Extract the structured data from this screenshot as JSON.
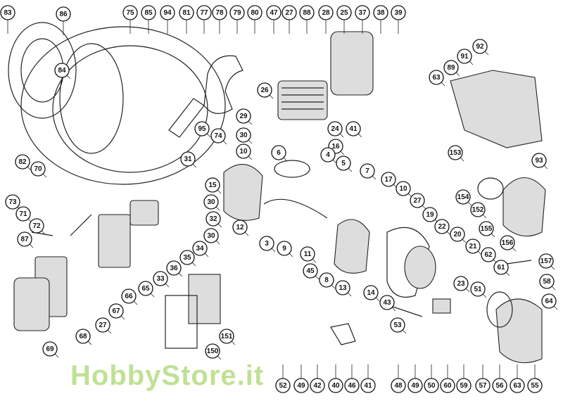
{
  "title": "Blower exploded parts diagram",
  "watermark": "HobbyStore.it",
  "callouts": [
    "83",
    "86",
    "75",
    "85",
    "94",
    "81",
    "77",
    "78",
    "79",
    "80",
    "47",
    "27",
    "88",
    "28",
    "25",
    "37",
    "38",
    "39",
    "84",
    "92",
    "91",
    "89",
    "63",
    "26",
    "29",
    "30",
    "24",
    "41",
    "16",
    "95",
    "74",
    "10",
    "6",
    "4",
    "5",
    "7",
    "31",
    "15",
    "30",
    "32",
    "30",
    "34",
    "17",
    "10",
    "153",
    "93",
    "152",
    "154",
    "155",
    "156",
    "157",
    "73",
    "71",
    "72",
    "87",
    "82",
    "70",
    "12",
    "3",
    "9",
    "11",
    "45",
    "8",
    "13",
    "14",
    "43",
    "27",
    "19",
    "22",
    "20",
    "21",
    "62",
    "61",
    "58",
    "23",
    "51",
    "33",
    "36",
    "35",
    "66",
    "65",
    "67",
    "27",
    "68",
    "69",
    "151",
    "150",
    "53",
    "64",
    "52",
    "49",
    "42",
    "40",
    "46",
    "41",
    "48",
    "49",
    "50",
    "60",
    "59",
    "57",
    "56",
    "63",
    "55"
  ]
}
